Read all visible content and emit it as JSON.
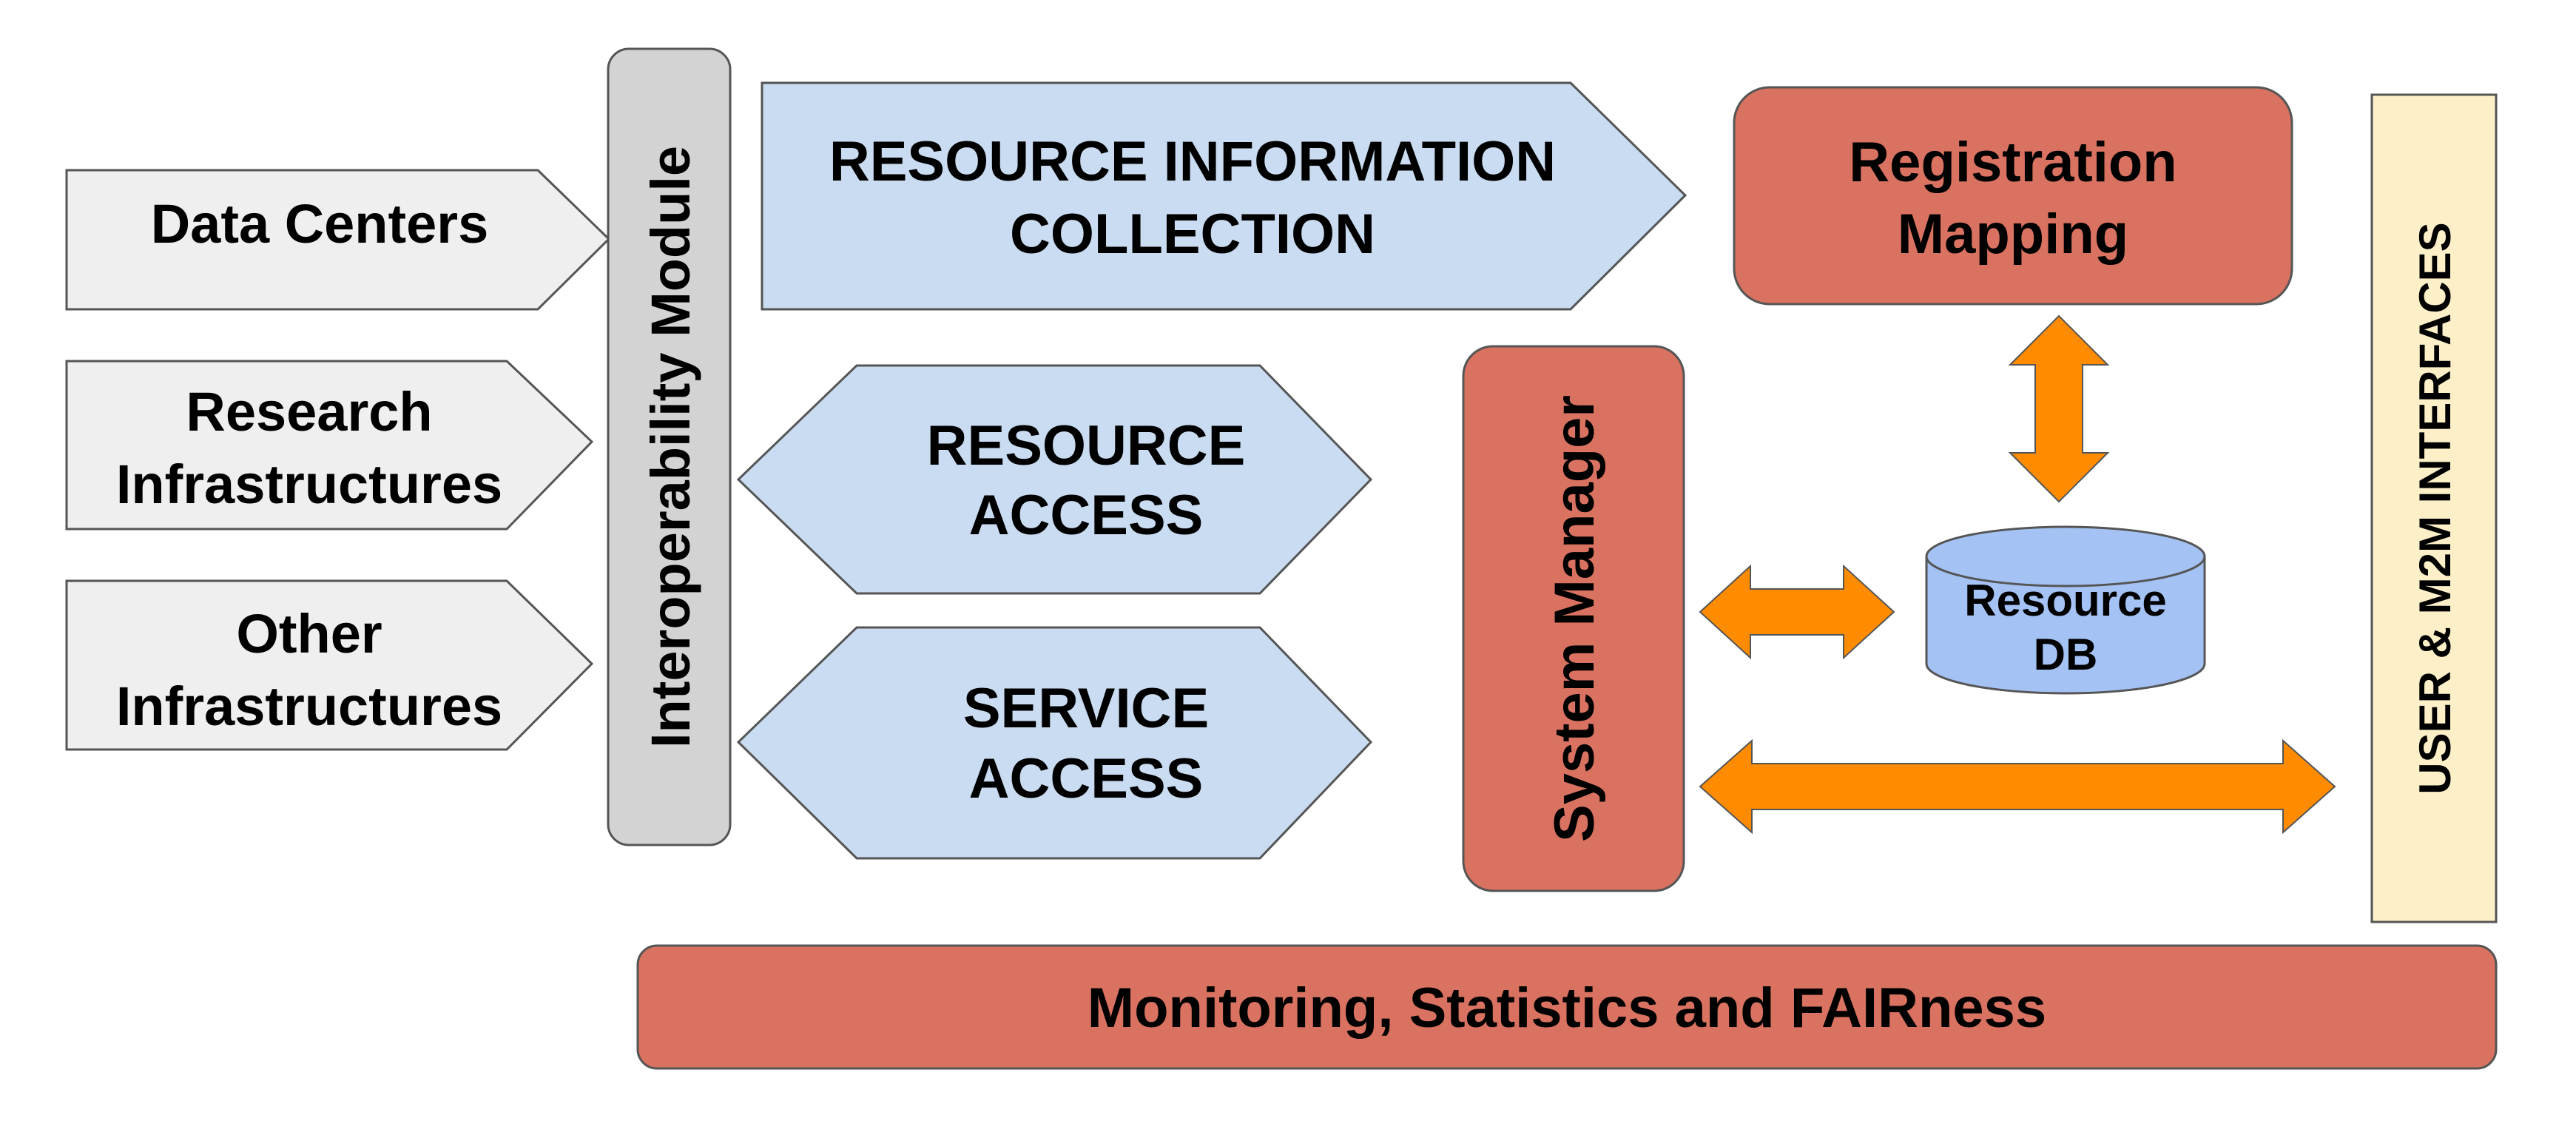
{
  "sources": [
    {
      "lines": [
        "Data Centers"
      ]
    },
    {
      "lines": [
        "Research",
        "Infrastructures"
      ]
    },
    {
      "lines": [
        "Other",
        "Infrastructures"
      ]
    }
  ],
  "interoperability": {
    "label": "Interoperability Module"
  },
  "resource_info": {
    "lines": [
      "RESOURCE INFORMATION",
      "COLLECTION"
    ]
  },
  "resource_access": {
    "lines": [
      "RESOURCE",
      "ACCESS"
    ]
  },
  "service_access": {
    "lines": [
      "SERVICE",
      "ACCESS"
    ]
  },
  "system_manager": {
    "label": "System Manager"
  },
  "registration": {
    "lines": [
      "Registration",
      "Mapping"
    ]
  },
  "resource_db": {
    "lines": [
      "Resource",
      "DB"
    ]
  },
  "interfaces": {
    "label": "USER & M2M INTERFACES"
  },
  "monitoring": {
    "label": "Monitoring, Statistics and FAIRness"
  },
  "colors": {
    "gray_fill": "#efefef",
    "blue_fill": "#c9dcf1",
    "red_fill": "#d97260",
    "orange": "#ff8c00",
    "db_fill": "#a4c2f4",
    "cream": "#fdf0c8",
    "module_gray": "#d3d3d3",
    "stroke": "#555555"
  }
}
